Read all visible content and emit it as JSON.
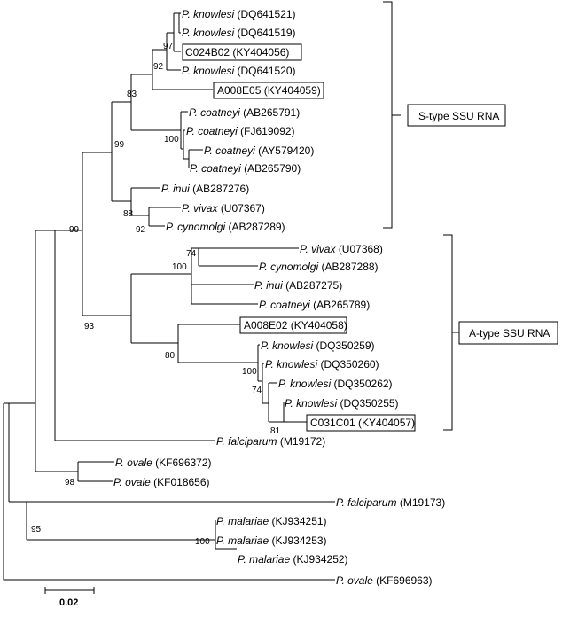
{
  "leaves": {
    "kn1": {
      "species": "P. knowlesi",
      "acc": "(DQ641521)"
    },
    "kn2": {
      "species": "P. knowlesi",
      "acc": "(DQ641519)"
    },
    "c024": {
      "species": "",
      "acc": "C024B02 (KY404056)"
    },
    "kn3": {
      "species": "P. knowlesi",
      "acc": "(DQ641520)"
    },
    "a008e05": {
      "species": "",
      "acc": "A008E05 (KY404059)"
    },
    "co1": {
      "species": "P. coatneyi",
      "acc": "(AB265791)"
    },
    "co2": {
      "species": "P. coatneyi",
      "acc": "(FJ619092)"
    },
    "co3": {
      "species": "P. coatneyi",
      "acc": "(AY579420)"
    },
    "co4": {
      "species": "P. coatneyi",
      "acc": "(AB265790)"
    },
    "in1": {
      "species": "P. inui",
      "acc": "(AB287276)"
    },
    "vi1": {
      "species": "P. vivax",
      "acc": "(U07367)"
    },
    "cy1": {
      "species": "P. cynomolgi",
      "acc": "(AB287289)"
    },
    "vi2": {
      "species": "P. vivax",
      "acc": "(U07368)"
    },
    "cy2": {
      "species": "P. cynomolgi",
      "acc": "(AB287288)"
    },
    "in2": {
      "species": "P. inui",
      "acc": "(AB287275)"
    },
    "co5": {
      "species": "P. coatneyi",
      "acc": "(AB265789)"
    },
    "a008e02": {
      "species": "",
      "acc": "A008E02 (KY404058)"
    },
    "kn4": {
      "species": "P. knowlesi",
      "acc": "(DQ350259)"
    },
    "kn5": {
      "species": "P. knowlesi",
      "acc": "(DQ350260)"
    },
    "kn6": {
      "species": "P. knowlesi",
      "acc": "(DQ350262)"
    },
    "kn7": {
      "species": "P. knowlesi",
      "acc": "(DQ350255)"
    },
    "c031": {
      "species": "",
      "acc": "C031C01 (KY404057)"
    },
    "fa1": {
      "species": "P. falciparum",
      "acc": "(M19172)"
    },
    "ov1": {
      "species": "P. ovale",
      "acc": "(KF696372)"
    },
    "ov2": {
      "species": "P. ovale",
      "acc": "(KF018656)"
    },
    "fa2": {
      "species": "P. falciparum",
      "acc": "(M19173)"
    },
    "ma1": {
      "species": "P. malariae",
      "acc": "(KJ934251)"
    },
    "ma2": {
      "species": "P. malariae",
      "acc": "(KJ934253)"
    },
    "ma3": {
      "species": "P. malariae",
      "acc": "(KJ934252)"
    },
    "ov3": {
      "species": "P. ovale",
      "acc": "(KF696963)"
    }
  },
  "bootstrap": {
    "b97": "97",
    "b92a": "92",
    "b83": "83",
    "b100a": "100",
    "b99a": "99",
    "b88": "88",
    "b92b": "92",
    "b99b": "99",
    "b74a": "74",
    "b100b": "100",
    "b93": "93",
    "b80": "80",
    "b100c": "100",
    "b74b": "74",
    "b81": "81",
    "b98": "98",
    "b95": "95",
    "b100d": "100"
  },
  "groups": {
    "s_type": "S-type SSU RNA",
    "a_type": "A-type SSU RNA"
  },
  "scale_bar": "0.02"
}
